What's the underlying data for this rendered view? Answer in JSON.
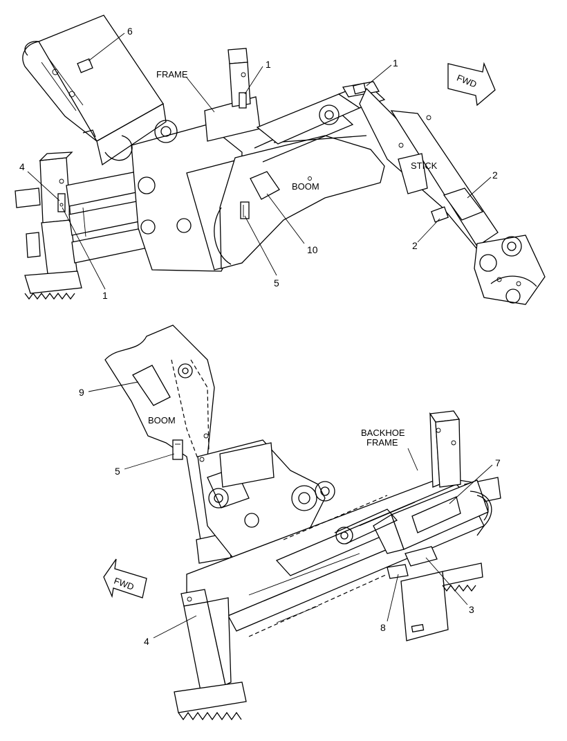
{
  "top_view": {
    "labels": {
      "frame": "FRAME",
      "boom": "BOOM",
      "stick": "STICK",
      "fwd": "FWD"
    },
    "callouts": [
      "6",
      "1",
      "1",
      "2",
      "2",
      "4",
      "1",
      "10",
      "5"
    ]
  },
  "bottom_view": {
    "labels": {
      "boom": "BOOM",
      "backhoe_frame_line1": "BACKHOE",
      "backhoe_frame_line2": "FRAME",
      "fwd": "FWD"
    },
    "callouts": [
      "9",
      "5",
      "7",
      "3",
      "8",
      "4"
    ]
  }
}
